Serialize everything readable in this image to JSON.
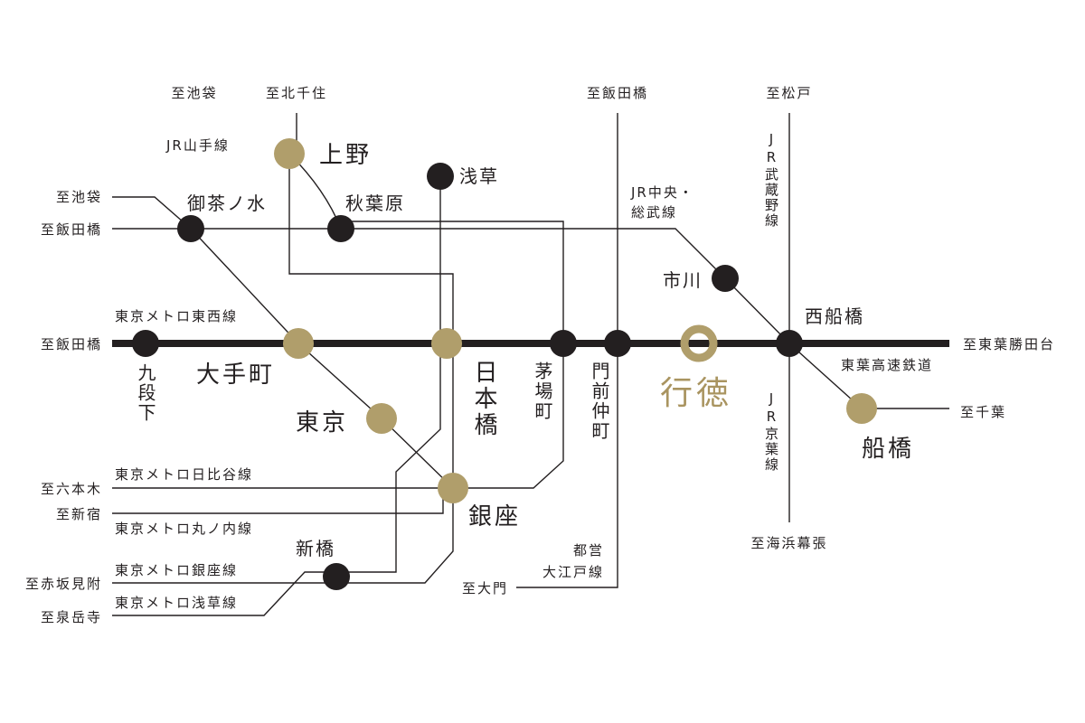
{
  "colors": {
    "line": "#231f20",
    "interchange": "#b09e6b",
    "home": "#a99460"
  },
  "directions": {
    "top_ikebukuro": "至池袋",
    "top_kitasenju": "至北千住",
    "top_iidabashi": "至飯田橋",
    "top_matsudo": "至松戸",
    "left_ikebukuro": "至池袋",
    "left_iidabashi_jr": "至飯田橋",
    "left_iidabashi_tozai": "至飯田橋",
    "roppongi": "至六本木",
    "shinjuku": "至新宿",
    "akasakamitsuke": "至赤坂見附",
    "sengakuji": "至泉岳寺",
    "daimon": "至大門",
    "kaihinmakuhari": "至海浜幕張",
    "toyokatsutadai": "至東葉勝田台",
    "chiba": "至千葉"
  },
  "lines": {
    "yamanote": "JR山手線",
    "chuo_sobu_1": "JR中央・",
    "chuo_sobu_2": "総武線",
    "musashino": "JR武蔵野線",
    "keiyo": "JR京葉線",
    "tozai": "東京メトロ東西線",
    "hibiya": "東京メトロ日比谷線",
    "marunouchi": "東京メトロ丸ノ内線",
    "ginza": "東京メトロ銀座線",
    "asakusa": "東京メトロ浅草線",
    "oedo_1": "都営",
    "oedo_2": "大江戸線",
    "toyo": "東葉高速鉄道"
  },
  "stations": {
    "ueno": "上野",
    "asakusa": "浅草",
    "ochanomizu": "御茶ノ水",
    "akihabara": "秋葉原",
    "kudanshita": "九段下",
    "otemachi": "大手町",
    "nihombashi": "日本橋",
    "kayabacho": "茅場町",
    "monzennakacho": "門前仲町",
    "gyotoku": "行徳",
    "nishifunabashi": "西船橋",
    "ichikawa": "市川",
    "funabashi": "船橋",
    "tokyo": "東京",
    "ginza": "銀座",
    "shimbashi": "新橋"
  }
}
